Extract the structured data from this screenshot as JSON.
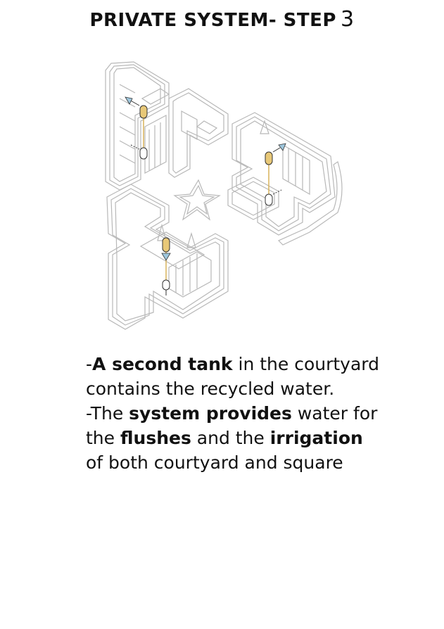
{
  "header": {
    "title": "PRIVATE SYSTEM- STEP",
    "step": "3"
  },
  "colors": {
    "building_line": "#b8b8b8",
    "pipe": "#d8b35a",
    "tank_fill": "#e8c878",
    "arrow": "#9ec6dc",
    "text": "#111111"
  },
  "description": {
    "p1": {
      "dash": "-",
      "bold1": "A second tank",
      "text1": " in the courtyard contains the recycled water."
    },
    "p2": {
      "dash": "-The ",
      "bold1": "system provides",
      "text1": " water for the ",
      "bold2": "flushes",
      "text2": " and the ",
      "bold3": "irrigation",
      "text3": " of both courtyard and square"
    }
  }
}
